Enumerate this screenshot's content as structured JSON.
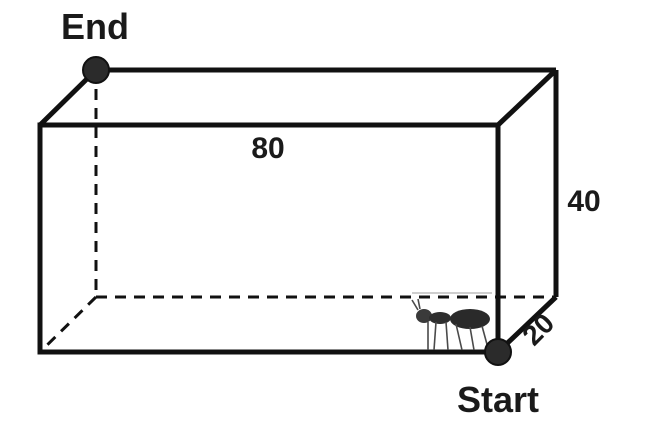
{
  "diagram": {
    "labels": {
      "end": "End",
      "start": "Start",
      "length": "80",
      "height": "40",
      "depth": "20"
    },
    "icons": {
      "ant": "ant-icon"
    },
    "colors": {
      "line": "#111111",
      "dot": "#2b2b2b",
      "background": "#ffffff"
    }
  }
}
